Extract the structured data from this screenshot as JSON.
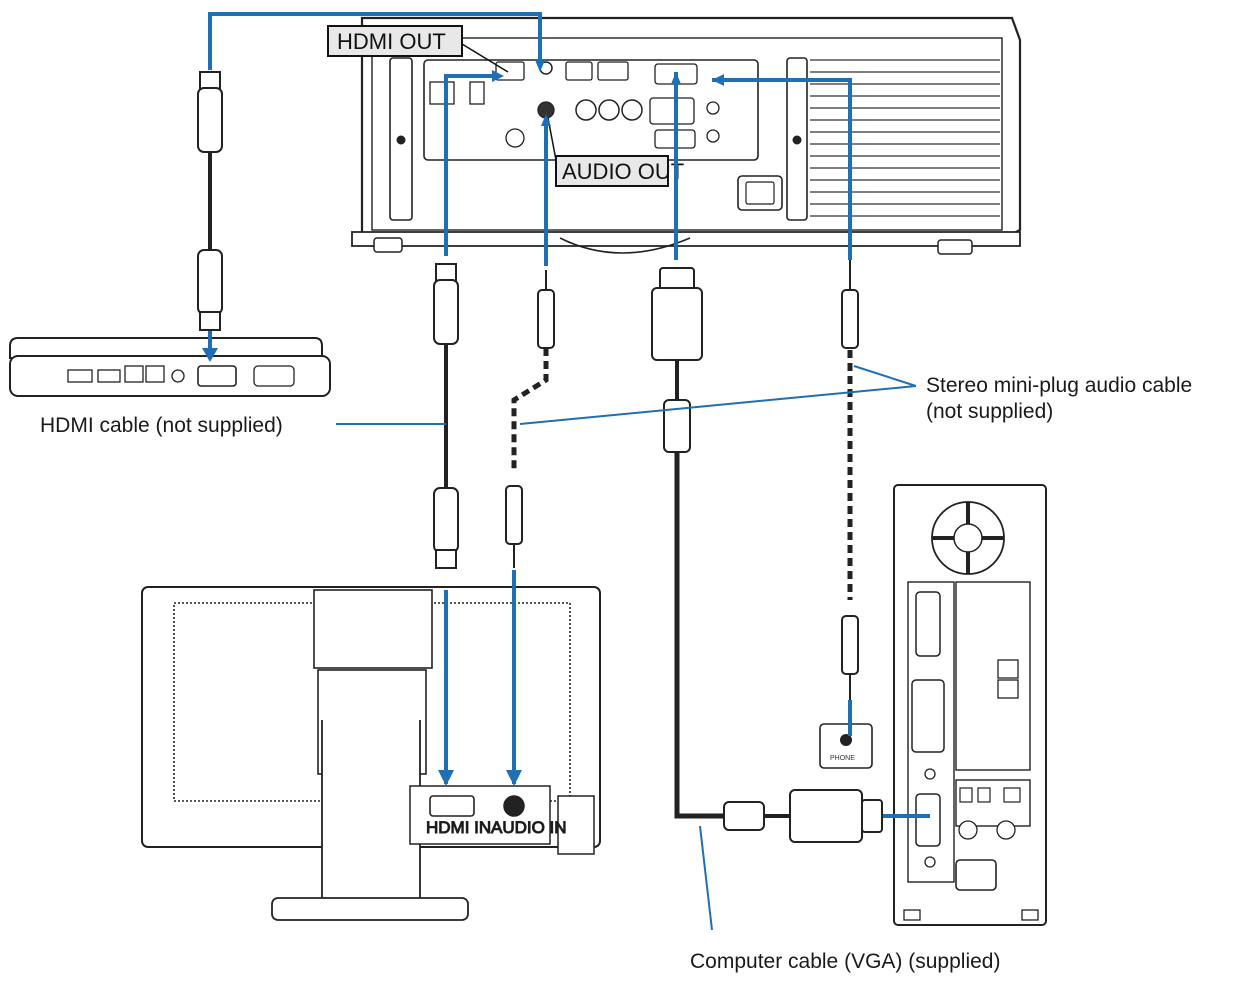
{
  "labels": {
    "hdmi_out": "HDMI OUT",
    "audio_out": "AUDIO OUT",
    "hdmi_in": "HDMI IN",
    "audio_in": "AUDIO IN",
    "phone": "PHONE",
    "hdmi_cable": "HDMI cable (not supplied)",
    "stereo_cable_line1": "Stereo mini-plug audio cable",
    "stereo_cable_line2": "(not supplied)",
    "vga_cable": "Computer cable (VGA) (supplied)"
  },
  "colors": {
    "cable_blue": "#1f6fb5",
    "outline": "#222222",
    "chip_fill": "#e8e8e8"
  }
}
